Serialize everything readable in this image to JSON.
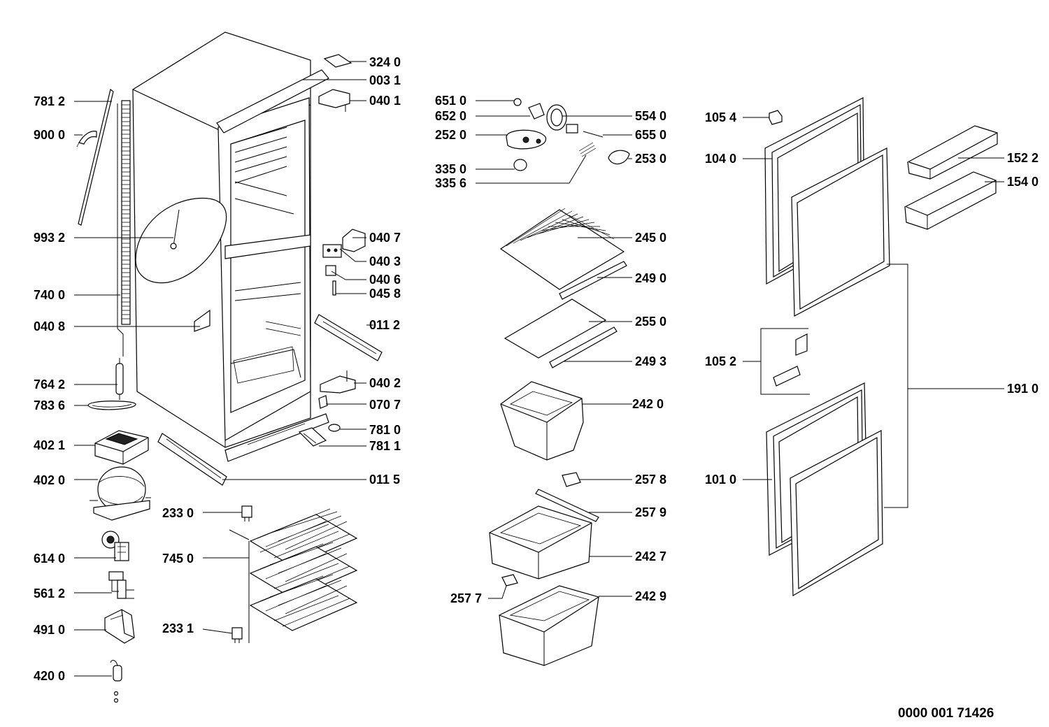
{
  "diagram": {
    "document_number": "0000 001 71426",
    "labels": {
      "p324_0": "324 0",
      "p003_1": "003 1",
      "p040_1": "040 1",
      "p781_2": "781 2",
      "p900_0": "900 0",
      "p993_2": "993 2",
      "p740_0": "740 0",
      "p040_8": "040 8",
      "p764_2": "764 2",
      "p783_6": "783 6",
      "p402_1": "402 1",
      "p402_0": "402 0",
      "p614_0": "614 0",
      "p561_2": "561 2",
      "p491_0": "491 0",
      "p420_0": "420 0",
      "p040_7": "040 7",
      "p040_3": "040 3",
      "p040_6": "040 6",
      "p045_8": "045 8",
      "p011_2": "011 2",
      "p040_2": "040 2",
      "p070_7": "070 7",
      "p781_0": "781 0",
      "p781_1": "781 1",
      "p011_5": "011 5",
      "p233_0": "233 0",
      "p745_0": "745 0",
      "p233_1": "233 1",
      "p651_0": "651 0",
      "p652_0": "652 0",
      "p252_0": "252 0",
      "p335_0": "335 0",
      "p335_6": "335 6",
      "p554_0": "554 0",
      "p655_0": "655 0",
      "p253_0": "253 0",
      "p245_0": "245 0",
      "p249_0": "249 0",
      "p255_0": "255 0",
      "p249_3": "249 3",
      "p242_0": "242 0",
      "p257_8": "257 8",
      "p257_9": "257 9",
      "p242_7": "242 7",
      "p257_7": "257 7",
      "p242_9": "242 9",
      "p105_4": "105 4",
      "p104_0": "104 0",
      "p105_2": "105 2",
      "p101_0": "101 0",
      "p152_2": "152 2",
      "p154_0": "154 0",
      "p191_0": "191 0"
    }
  }
}
